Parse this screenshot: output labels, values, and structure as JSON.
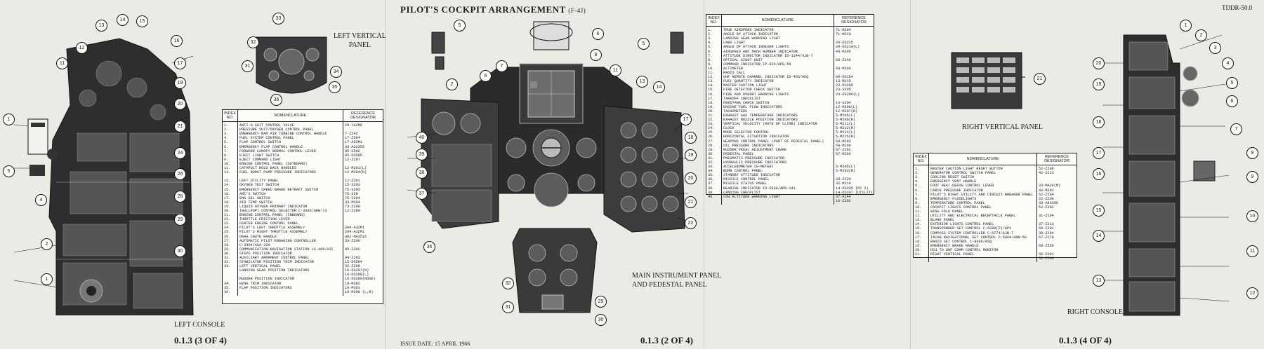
{
  "center": {
    "title": "PILOT'S COCKPIT ARRANGEMENT",
    "title_sub": "(F-4J)",
    "panel_label_l1": "MAIN INSTRUMENT PANEL",
    "panel_label_l2": "AND PEDESTAL PANEL",
    "issue_date": "ISSUE DATE: 15 APRIL 1966",
    "page": "0.1.3 (2 OF 4)"
  },
  "left": {
    "panel_label": "LEFT CONSOLE",
    "vertical_label_l1": "LEFT VERTICAL",
    "vertical_label_l2": "PANEL",
    "page": "0.1.3 (3 OF 4)"
  },
  "right": {
    "doc_id": "TDDR-50.0",
    "vertical_label": "RIGHT VERTICAL PANEL",
    "panel_label": "RIGHT CONSOLE",
    "page": "0.1.3 (4 OF 4)"
  },
  "table_headers": {
    "index": "INDEX NO.",
    "nomenclature": "NOMENCLATURE",
    "reference": "REFERENCE DESIGNATOR"
  },
  "left_table": {
    "no": [
      "1.",
      "2.",
      "3.",
      "4.",
      "5.",
      "6.",
      "7.",
      "8.",
      "9.",
      "10.",
      "11.",
      "12.",
      "",
      "13.",
      "14.",
      "15.",
      "16.",
      "17.",
      "18.",
      "19.",
      "20.",
      "21.",
      "22.",
      "23.",
      "24.",
      "25.",
      "26.",
      "27.",
      "28.",
      "29.",
      "30.",
      "31.",
      "32.",
      "33.",
      "",
      "",
      "",
      "34.",
      "35.",
      "36."
    ],
    "nom": [
      "ANTI-G SUIT CONTROL VALVE",
      "PRESSURE SUIT/OXYGEN CONTROL PANEL",
      "EMERGENCY RAM AIR TURBINE CONTROL HANDLE",
      "FUEL SYSTEM CONTROL PANEL",
      "FLAP CONTROL SWITCH",
      "EMERGENCY FLAP CONTROL HANDLE",
      "FORWARD CANOPY NORMAL CONTROL LEVER",
      "EJECT LIGHT SWITCH",
      "EJECT COMMAND LIGHT",
      "ENGINE CONTROL PANEL (OUTBOARD)",
      "CATAPULT HOLD BACK HANDLES",
      "FUEL BOOST PUMP PRESSURE INDICATORS",
      "",
      "LEFT UTILITY PANEL",
      "OXYGEN TEST SWITCH",
      "EMERGENCY SPEED BRAKE RETRACT SWITCH",
      "ARI'S SWITCH",
      "ENG SEL SWITCH",
      "AIR TEMP SWITCH",
      "LIQUID OXYGEN PRIMARY INDICATOR",
      "(BULLPUP) CONTROL SELECTOR C-3305/ARW-73",
      "ENGINE CONTROL PANEL (INBOARD)",
      "THROTTLE FRICTION LEVER",
      "CENTER ENGINE CONTROL PANEL",
      "PILOT'S LEFT THROTTLE ASSEMBLY",
      "PILOT'S RIGHT THROTTLE ASSEMBLY",
      "DRAG CHUTE HANDLE",
      "AUTOMATIC PILOT ENGAGING CONTROLLER",
      "C-3304/ASA-32H",
      "COMMUNICATION-NAVIGATION STATION LS-460/AIC",
      "STEPS POSITION INDICATOR",
      "AUXILIARY ARMAMENT CONTROL PANEL",
      "STABILATOR POSITION TRIM INDICATOR",
      "LEFT VERTICAL PANEL",
      "LANDING GEAR POSITION INDICATORS",
      "",
      "RUDDER POSITION INDICATOR",
      "WING TRIM INDICATOR",
      "FLAP POSITION INDICATORS",
      ""
    ],
    "ref": [
      "29-YA2M6",
      "",
      "7-Z242",
      "17-Z504",
      "17-A32M1",
      "33-A32355",
      "85-S502",
      "85-DS505",
      "12-Z207",
      "",
      "12-M201(L)",
      "12-M204(R)",
      "",
      "12-Z201",
      "15-S203",
      "75-S203",
      "75-S20",
      "75-S204",
      "33-M204",
      "73-Z200",
      "12-Z200",
      "",
      "",
      "",
      "204-A32M1",
      "204-A32M1",
      "302-MA3516",
      "33-Z200",
      "",
      "85-Z202",
      "",
      "94-Z203",
      "15-DS504",
      "32-Z209",
      "16-DS297(N)",
      "16-DS298(L)",
      "16-DS299(NOSE)",
      "19-M302",
      "19-M301",
      "19-M200 (L,R)"
    ]
  },
  "right_index_table": {
    "no": [
      "1.",
      "2.",
      "3.",
      "4.",
      "5.",
      "6.",
      "7.",
      "8.",
      "9.",
      "10.",
      "11.",
      "12.",
      "13.",
      "14.",
      "15.",
      "16.",
      "17.",
      "18.",
      "19.",
      "20.",
      "21.",
      "22.",
      "23.",
      "24.",
      "25.",
      "26.",
      "27.",
      "28.",
      "29.",
      "30.",
      "31.",
      "32.",
      "33.",
      "34.",
      "35.",
      "36.",
      "37.",
      "38.",
      "39.",
      "40."
    ],
    "nom": [
      "TRUE AIRSPEED INDICATOR",
      "ANGLE OF ATTACK INDICATOR",
      "LANDING GEAR WARNING LIGHT",
      "LABS LIGHT",
      "ANGLE OF ATTACK INDEXER LIGHTS",
      "AIRSPEED AND MACH NUMBER INDICATOR",
      "ATTITUDE DIRECTOR INDICATOR ID-1144/AJB-7",
      "OPTICAL SIGHT UNIT",
      "COMMAND INDICATOR IP-824/APG-59",
      "ALTIMETER",
      "RADIO CALL",
      "UHF REMOTE CHANNEL INDICATOR ID-466/ASQ",
      "FUEL QUANTITY INDICATOR",
      "MASTER CAUTION LIGHT",
      "FIRE DETECTOR CHECK SWITCH",
      "FIRE AND OVERHT WARNING LIGHTS",
      "TAKEOFF CHECKLIST",
      "FEEDTANK CHECK SWITCH",
      "ENGINE FUEL FLOW INDICATORS",
      "TACHOMETERS",
      "EXHAUST GAS TEMPERATURE INDICATORS",
      "EXHAUST NOZZLE POSITION INDICATORS",
      "VERTICAL VELOCITY (RATE OF CLIMB) INDICATOR",
      "CLOCK",
      "MODE SELECTOR CONTROL",
      "HORIZONTAL SITUATION INDICATOR",
      "WEAPONS CONTROL PANEL (PART OF PEDESTAL PANEL)",
      "OIL PRESSURE INDICATORS",
      "RUDDER PEDAL ADJUSTMENT CRANK",
      "PEDESTAL PANEL",
      "PNEUMATIC PRESSURE INDICATOR",
      "HYDRAULIC PRESSURE INDICATORS",
      "ACCELEROMETER (G-METER)",
      "BOMB CONTROL PANEL",
      "STANDBY ATTITUDE INDICATOR",
      "MISSILE CONTROL PANEL",
      "MISSILE STATUS PANEL",
      "BEARING INDICATOR ID-663A/APN-141",
      "LANDING CHECKLIST",
      "LOW ALTITUDE WARNING LIGHT"
    ],
    "ref": [
      "71-M204",
      "71-M210",
      "",
      "20-DS225",
      "20-DS210(L)",
      "43-M205",
      "",
      "60-Z240",
      "",
      "43-M203",
      "",
      "60-DS104",
      "13-M215",
      "23-DS205",
      "23-S205",
      "23-DS206(L)",
      "",
      "13-S204",
      "12-M206(L)",
      "12-M207(R)",
      "5-M205(L)",
      "5-M206(R)",
      "5-M211(L)",
      "5-M212(R)",
      "5-M224(L)",
      "5-M225(R)",
      "69-M203",
      "60-M206",
      "67-Z201",
      "57-M203",
      "",
      "",
      "5-M205(L)",
      "5-M203(R)",
      "",
      "33-Z220",
      "32-M214",
      "14-DS205 (PC 2)",
      "14-DS207 (UTILITY)",
      "37-A244",
      "16-Z202"
    ]
  },
  "right_console_table": {
    "no": [
      "1.",
      "2.",
      "3.",
      "4.",
      "5.",
      "6.",
      "7.",
      "8.",
      "9.",
      "10.",
      "11.",
      "12.",
      "13.",
      "14.",
      "15.",
      "16.",
      "17.",
      "18.",
      "19.",
      "20.",
      "21."
    ],
    "nom": [
      "MASTER CAUTION LIGHT RESET BUTTON",
      "GENERATOR CONTROL SWITCH PANEL",
      "COOLING RESET SWITCH",
      "EMERGENCY VENT HANDLE",
      "FOOT HEAT-DEFOG CONTROL LEVER",
      "CABIN PRESSURE INDICATOR",
      "PILOT'S RIGHT UTILITY AND CIRCUIT BREAKER PANEL",
      "EMERGENCY FLOODLIGHTS",
      "TEMPERATURE CONTROL PANEL",
      "COCKPIT LIGHTS CONTROL PANEL",
      "WING FOLD PANEL",
      "UTILITY AND ELECTRICAL RECEPTACLE PANEL",
      "BLANK PANEL",
      "EXTERIOR LIGHTS CONTROL PANEL",
      "TRANSPONDER SET CONTROL C-6280(P)/APX",
      "COMPASS SYSTEM CONTROLLER C-6774/AJB-7",
      "TACAN NAVIGATIONAL SET CONTROL C-5804/ARN-58",
      "RADIO SET CONTROL C-8686/ASQ",
      "EMERGENCY BRAKE HANDLE",
      "DCU TO UHF COMM CONTROL MONITOR",
      "RIGHT VERTICAL PANEL"
    ],
    "ref": [
      "52-Z206",
      "42-S213",
      "",
      "",
      "33-MA28(M)",
      "43-M201",
      "52-Z204",
      "22-Z209",
      "33-A83396",
      "52-Z202",
      "",
      "31-Z204",
      "",
      "37-Z213",
      "66-Z201",
      "30-Z264",
      "67-Z270",
      "",
      "68-Z559",
      "",
      "30-Z201",
      "52-Z206"
    ]
  },
  "colors": {
    "paper": "#ebebe6",
    "ink": "#1b1b1b",
    "panel": "#3a3a3a"
  },
  "icons": [
    "instrument-gauge-icon",
    "attitude-indicator-icon",
    "console-switch-icon"
  ]
}
